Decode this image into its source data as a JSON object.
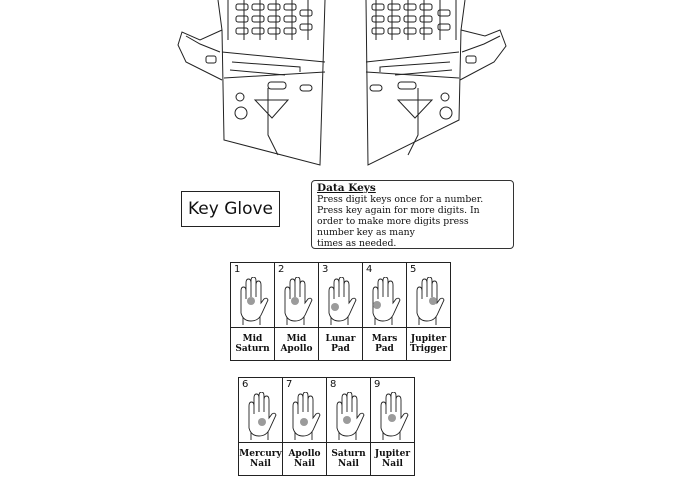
{
  "title_box": {
    "label": "Key Glove"
  },
  "info": {
    "title": "Data Keys",
    "text": "Press digit keys once for a number.\nPress key again for more digits. In\norder to make more digits press\nnumber key as many\ntimes as needed."
  },
  "keys_row1": [
    {
      "number": "1",
      "label": "Mid\nSaturn",
      "dot": "mid-saturn"
    },
    {
      "number": "2",
      "label": "Mid\nApollo",
      "dot": "mid-apollo"
    },
    {
      "number": "3",
      "label": "Lunar\nPad",
      "dot": "lunar"
    },
    {
      "number": "4",
      "label": "Mars\nPad",
      "dot": "mars"
    },
    {
      "number": "5",
      "label": "Jupiter\nTrigger",
      "dot": "jupiter-trigger"
    }
  ],
  "keys_row2": [
    {
      "number": "6",
      "label": "Mercury\nNail",
      "dot": "mercury"
    },
    {
      "number": "7",
      "label": "Apollo\nNail",
      "dot": "apollo"
    },
    {
      "number": "8",
      "label": "Saturn\nNail",
      "dot": "saturn"
    },
    {
      "number": "9",
      "label": "Jupiter\nNail",
      "dot": "jupiter"
    }
  ],
  "colors": {
    "dot": "#8a8a8a",
    "line": "#222222"
  }
}
